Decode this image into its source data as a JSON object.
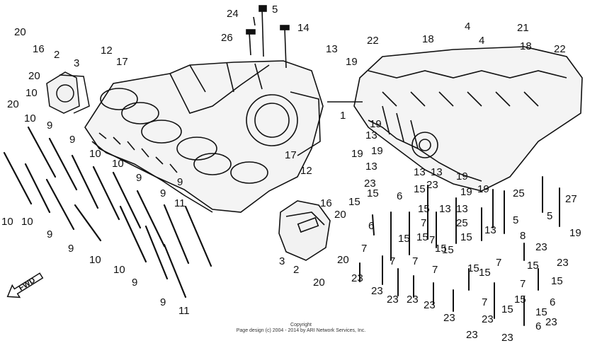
{
  "diagram": {
    "fwd_label": "FWD",
    "copyright_line1": "Copyright",
    "copyright_line2": "Page design (c) 2004 - 2014 by ARI Network Services, Inc.",
    "callouts": [
      {
        "id": "c20a",
        "text": "20"
      },
      {
        "id": "c16a",
        "text": "16"
      },
      {
        "id": "c2a",
        "text": "2"
      },
      {
        "id": "c3a",
        "text": "3"
      },
      {
        "id": "c20b",
        "text": "20"
      },
      {
        "id": "c20c",
        "text": "20"
      },
      {
        "id": "c12a",
        "text": "12"
      },
      {
        "id": "c17a",
        "text": "17"
      },
      {
        "id": "c24",
        "text": "24"
      },
      {
        "id": "c5a",
        "text": "5"
      },
      {
        "id": "c26",
        "text": "26"
      },
      {
        "id": "c14",
        "text": "14"
      },
      {
        "id": "c13a",
        "text": "13"
      },
      {
        "id": "c19a",
        "text": "19"
      },
      {
        "id": "c22a",
        "text": "22"
      },
      {
        "id": "c18a",
        "text": "18"
      },
      {
        "id": "c4a",
        "text": "4"
      },
      {
        "id": "c21",
        "text": "21"
      },
      {
        "id": "c4b",
        "text": "4"
      },
      {
        "id": "c18b",
        "text": "18"
      },
      {
        "id": "c22b",
        "text": "22"
      },
      {
        "id": "c1",
        "text": "1"
      },
      {
        "id": "c10a",
        "text": "10"
      },
      {
        "id": "c9a",
        "text": "9"
      },
      {
        "id": "c10b",
        "text": "10"
      },
      {
        "id": "c9b",
        "text": "9"
      },
      {
        "id": "c10c",
        "text": "10"
      },
      {
        "id": "c10d",
        "text": "10"
      },
      {
        "id": "c9c",
        "text": "9"
      },
      {
        "id": "c9d",
        "text": "9"
      },
      {
        "id": "c11a",
        "text": "11"
      },
      {
        "id": "c10e",
        "text": "10"
      },
      {
        "id": "c9e",
        "text": "9"
      },
      {
        "id": "c9f",
        "text": "9"
      },
      {
        "id": "c10f",
        "text": "10"
      },
      {
        "id": "c10g",
        "text": "10"
      },
      {
        "id": "c9g",
        "text": "9"
      },
      {
        "id": "c9h",
        "text": "9"
      },
      {
        "id": "c11b",
        "text": "11"
      },
      {
        "id": "c17b",
        "text": "17"
      },
      {
        "id": "c12b",
        "text": "12"
      },
      {
        "id": "c16b",
        "text": "16"
      },
      {
        "id": "c20d",
        "text": "20"
      },
      {
        "id": "c3b",
        "text": "3"
      },
      {
        "id": "c2b",
        "text": "2"
      },
      {
        "id": "c20e",
        "text": "20"
      },
      {
        "id": "c20f",
        "text": "20"
      },
      {
        "id": "c19b",
        "text": "19"
      },
      {
        "id": "c13b",
        "text": "13"
      },
      {
        "id": "c19c",
        "text": "19"
      },
      {
        "id": "c19d",
        "text": "19"
      },
      {
        "id": "c13c",
        "text": "13"
      },
      {
        "id": "c13d",
        "text": "13"
      },
      {
        "id": "c13e",
        "text": "13"
      },
      {
        "id": "c19e",
        "text": "19"
      },
      {
        "id": "c23a",
        "text": "23"
      },
      {
        "id": "c15a",
        "text": "15"
      },
      {
        "id": "c6a",
        "text": "6"
      },
      {
        "id": "c15b",
        "text": "15"
      },
      {
        "id": "c15c",
        "text": "15"
      },
      {
        "id": "c23b",
        "text": "23"
      },
      {
        "id": "c19f",
        "text": "19"
      },
      {
        "id": "c13f",
        "text": "13"
      },
      {
        "id": "c19g",
        "text": "19"
      },
      {
        "id": "c25a",
        "text": "25"
      },
      {
        "id": "c27",
        "text": "27"
      },
      {
        "id": "c13g",
        "text": "13"
      },
      {
        "id": "c6b",
        "text": "6"
      },
      {
        "id": "c15d",
        "text": "15"
      },
      {
        "id": "c7a",
        "text": "7"
      },
      {
        "id": "c15e",
        "text": "15"
      },
      {
        "id": "c25b",
        "text": "25"
      },
      {
        "id": "c13h",
        "text": "13"
      },
      {
        "id": "c5b",
        "text": "5"
      },
      {
        "id": "c5c",
        "text": "5"
      },
      {
        "id": "c19h",
        "text": "19"
      },
      {
        "id": "c7b",
        "text": "7"
      },
      {
        "id": "c15f",
        "text": "15"
      },
      {
        "id": "c15g",
        "text": "15"
      },
      {
        "id": "c7c",
        "text": "7"
      },
      {
        "id": "c8",
        "text": "8"
      },
      {
        "id": "c7d",
        "text": "7"
      },
      {
        "id": "c15h",
        "text": "15"
      },
      {
        "id": "c15i",
        "text": "15"
      },
      {
        "id": "c23c",
        "text": "23"
      },
      {
        "id": "c7e",
        "text": "7"
      },
      {
        "id": "c7f",
        "text": "7"
      },
      {
        "id": "c15j",
        "text": "15"
      },
      {
        "id": "c23d",
        "text": "23"
      },
      {
        "id": "c7g",
        "text": "7"
      },
      {
        "id": "c15k",
        "text": "15"
      },
      {
        "id": "c23e",
        "text": "23"
      },
      {
        "id": "c23f",
        "text": "23"
      },
      {
        "id": "c15l",
        "text": "15"
      },
      {
        "id": "c7h",
        "text": "7"
      },
      {
        "id": "c15m",
        "text": "15"
      },
      {
        "id": "c23g",
        "text": "23"
      },
      {
        "id": "c15n",
        "text": "15"
      },
      {
        "id": "c23h",
        "text": "23"
      },
      {
        "id": "c23i",
        "text": "23"
      },
      {
        "id": "c7i",
        "text": "7"
      },
      {
        "id": "c15o",
        "text": "15"
      },
      {
        "id": "c6c",
        "text": "6"
      },
      {
        "id": "c15p",
        "text": "15"
      },
      {
        "id": "c23j",
        "text": "23"
      },
      {
        "id": "c23k",
        "text": "23"
      },
      {
        "id": "c23l",
        "text": "23"
      },
      {
        "id": "c6d",
        "text": "6"
      },
      {
        "id": "c23m",
        "text": "23"
      },
      {
        "id": "c23n",
        "text": "23"
      },
      {
        "id": "c10h",
        "text": "10"
      },
      {
        "id": "c9i",
        "text": "9"
      }
    ]
  }
}
